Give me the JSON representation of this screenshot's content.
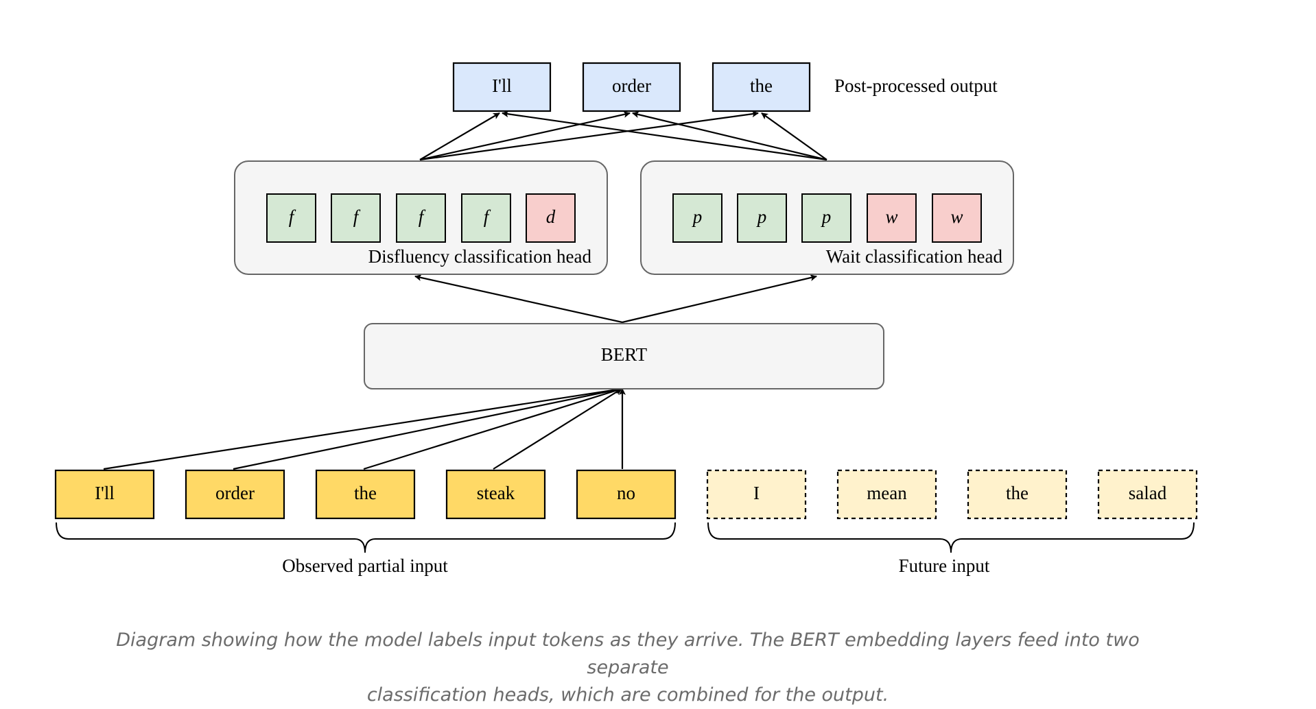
{
  "colors": {
    "output_fill": "#dae8fc",
    "disfluency_fill": "#d5e8d4",
    "remove_fill": "#f8cecc",
    "observed_fill": "#ffd966",
    "future_fill": "#fff2cc",
    "panel_fill": "#f5f5f5",
    "panel_stroke": "#666666",
    "caption_color": "#6b6b6b"
  },
  "output": {
    "tokens": [
      "I'll",
      "order",
      "the"
    ],
    "label": "Post-processed output"
  },
  "heads": {
    "disfluency": {
      "tags": [
        "f",
        "f",
        "f",
        "f",
        "d"
      ],
      "label": "Disfluency classification head"
    },
    "wait": {
      "tags": [
        "p",
        "p",
        "p",
        "w",
        "w"
      ],
      "label": "Wait classification head"
    }
  },
  "encoder": {
    "label": "BERT"
  },
  "input": {
    "observed_tokens": [
      "I'll",
      "order",
      "the",
      "steak",
      "no"
    ],
    "future_tokens": [
      "I",
      "mean",
      "the",
      "salad"
    ],
    "observed_label": "Observed partial input",
    "future_label": "Future input"
  },
  "caption": {
    "line1": "Diagram showing how the model labels input tokens as they arrive. The BERT embedding layers feed into two separate",
    "line2": "classification heads, which are combined for the output."
  }
}
